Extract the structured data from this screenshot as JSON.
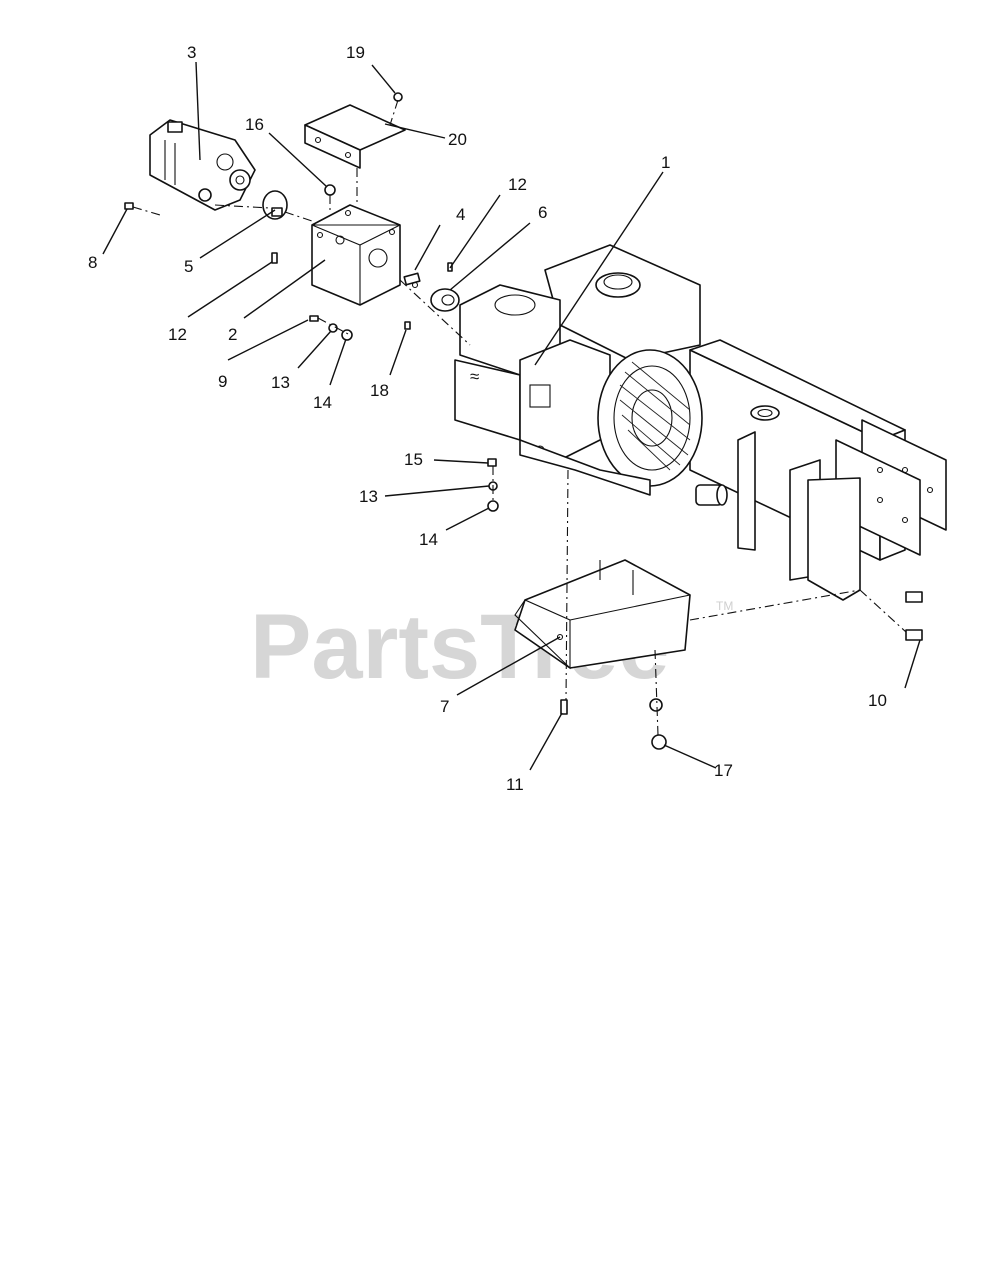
{
  "diagram": {
    "callouts": [
      {
        "id": "c1",
        "label": "1"
      },
      {
        "id": "c2",
        "label": "2"
      },
      {
        "id": "c3",
        "label": "3"
      },
      {
        "id": "c4",
        "label": "4"
      },
      {
        "id": "c5",
        "label": "5"
      },
      {
        "id": "c6",
        "label": "6"
      },
      {
        "id": "c7",
        "label": "7"
      },
      {
        "id": "c8",
        "label": "8"
      },
      {
        "id": "c9",
        "label": "9"
      },
      {
        "id": "c10",
        "label": "10"
      },
      {
        "id": "c11",
        "label": "11"
      },
      {
        "id": "c12a",
        "label": "12"
      },
      {
        "id": "c12b",
        "label": "12"
      },
      {
        "id": "c13a",
        "label": "13"
      },
      {
        "id": "c13b",
        "label": "13"
      },
      {
        "id": "c14a",
        "label": "14"
      },
      {
        "id": "c14b",
        "label": "14"
      },
      {
        "id": "c15",
        "label": "15"
      },
      {
        "id": "c16",
        "label": "16"
      },
      {
        "id": "c17",
        "label": "17"
      },
      {
        "id": "c18",
        "label": "18"
      },
      {
        "id": "c19",
        "label": "19"
      },
      {
        "id": "c20",
        "label": "20"
      }
    ],
    "watermark": "PartsTree",
    "trademark": "TM"
  }
}
